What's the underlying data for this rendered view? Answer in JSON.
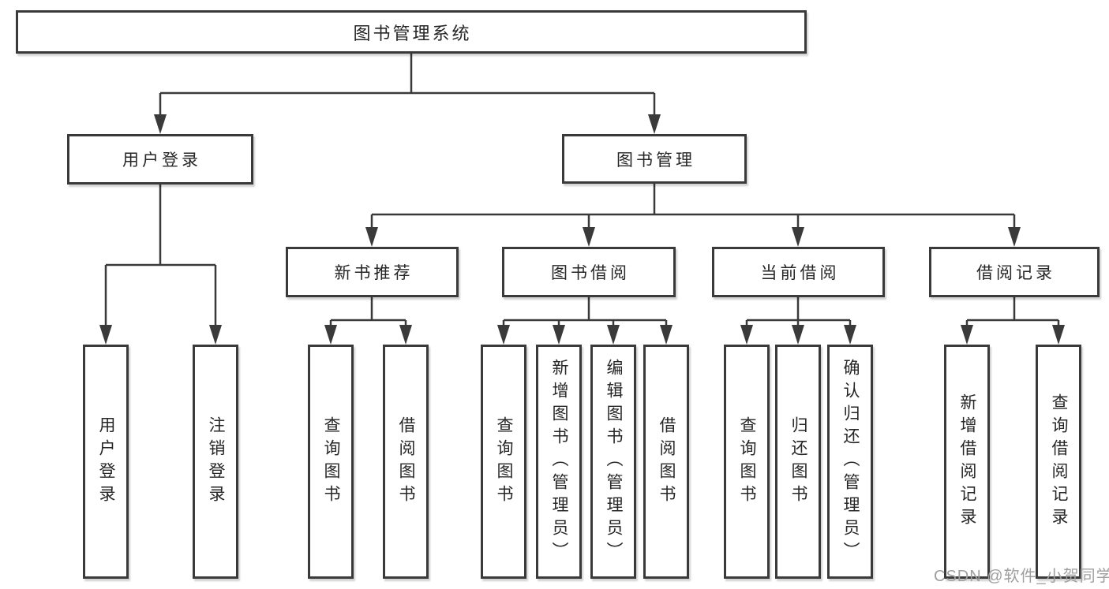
{
  "tree": {
    "label": "图书管理系统",
    "children": [
      {
        "label": "用户登录",
        "children": [
          {
            "label": "用户登录"
          },
          {
            "label": "注销登录"
          }
        ]
      },
      {
        "label": "图书管理",
        "children": [
          {
            "label": "新书推荐",
            "children": [
              {
                "label": "查询图书"
              },
              {
                "label": "借阅图书"
              }
            ]
          },
          {
            "label": "图书借阅",
            "children": [
              {
                "label": "查询图书"
              },
              {
                "label": "新增图书（管理员）"
              },
              {
                "label": "编辑图书（管理员）"
              },
              {
                "label": "借阅图书"
              }
            ]
          },
          {
            "label": "当前借阅",
            "children": [
              {
                "label": "查询图书"
              },
              {
                "label": "归还图书"
              },
              {
                "label": "确认归还（管理员）"
              }
            ]
          },
          {
            "label": "借阅记录",
            "children": [
              {
                "label": "新增借阅记录"
              },
              {
                "label": "查询借阅记录"
              }
            ]
          }
        ]
      }
    ]
  },
  "watermark": {
    "text": "CSDN @软件_小贺同学"
  },
  "colors": {
    "line": "#3a3a3a",
    "text": "#262626",
    "box_background": "#ffffff",
    "page_background": "#ffffff",
    "watermark": "#9f9f9f"
  }
}
